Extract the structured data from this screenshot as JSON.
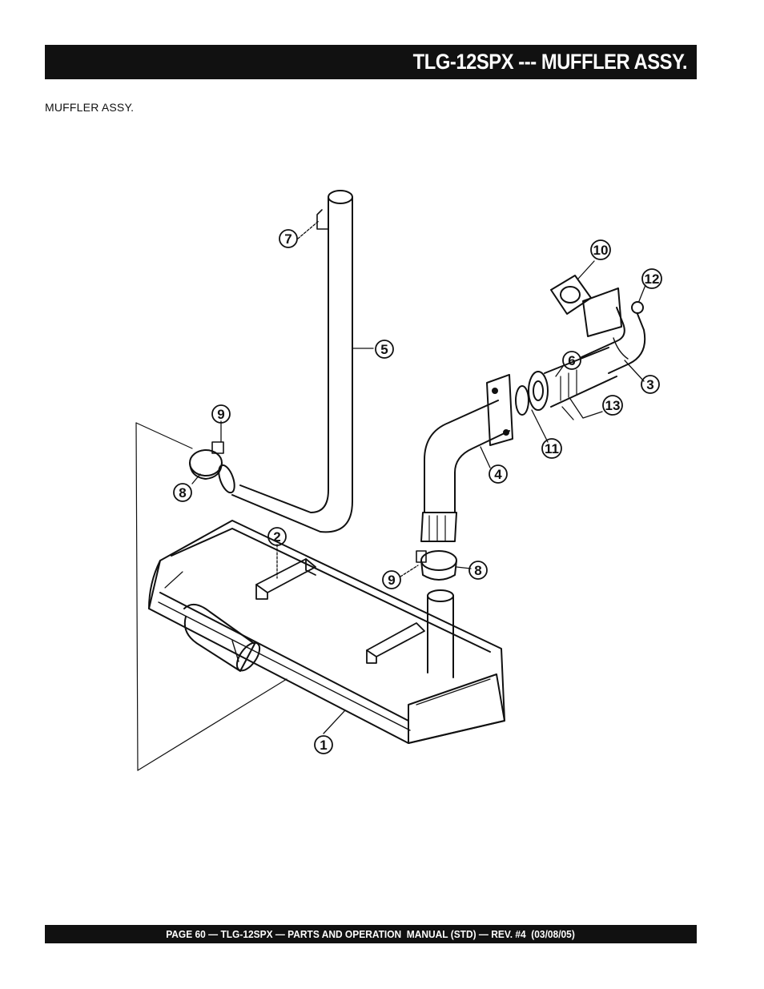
{
  "header": {
    "title": "TLG-12SPX --- MUFFLER ASSY."
  },
  "section": {
    "label": "MUFFLER ASSY."
  },
  "callouts": {
    "c1": "1",
    "c2": "2",
    "c3": "3",
    "c4": "4",
    "c5": "5",
    "c6": "6",
    "c7": "7",
    "c8a": "8",
    "c8b": "8",
    "c9a": "9",
    "c9b": "9",
    "c10": "10",
    "c11": "11",
    "c12": "12",
    "c13": "13"
  },
  "footer": {
    "text": "PAGE 60 — TLG-12SPX — PARTS AND OPERATION  MANUAL (STD) — REV. #4  (03/08/05)"
  }
}
